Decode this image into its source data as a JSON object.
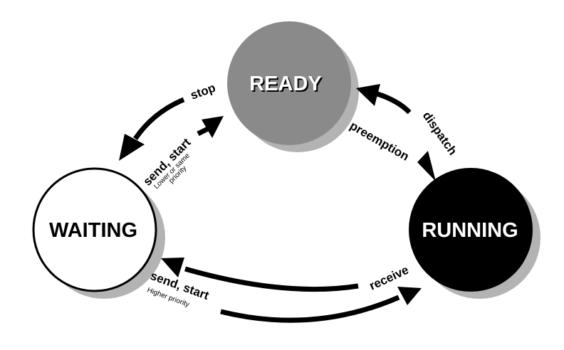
{
  "diagram": {
    "type": "state-transition",
    "states": [
      {
        "id": "ready",
        "label": "READY",
        "fill": "#8a8a8a",
        "text_color": "#ffffff",
        "text_shadow": "#000000"
      },
      {
        "id": "waiting",
        "label": "WAITING",
        "fill": "#ffffff",
        "text_color": "#000000",
        "stroke": "#000000"
      },
      {
        "id": "running",
        "label": "RUNNING",
        "fill": "#000000",
        "text_color": "#ffffff"
      }
    ],
    "shadow_color": "#b3b3b3",
    "transitions": [
      {
        "id": "stop",
        "from": "ready",
        "to": "waiting",
        "label": "stop",
        "sublabel": ""
      },
      {
        "id": "send-start-lower",
        "from": "waiting",
        "to": "ready",
        "label": "send, start",
        "sublabel_line1": "Lower or same",
        "sublabel_line2": "priority"
      },
      {
        "id": "dispatch",
        "from": "running",
        "to": "ready",
        "label": "dispatch",
        "sublabel": ""
      },
      {
        "id": "preemption",
        "from": "ready",
        "to": "running",
        "label": "preemption",
        "sublabel": ""
      },
      {
        "id": "receive",
        "from": "running",
        "to": "waiting",
        "label": "receive",
        "sublabel": ""
      },
      {
        "id": "send-start-higher",
        "from": "waiting",
        "to": "running",
        "label": "send, start",
        "sublabel": "Higher priority"
      }
    ]
  }
}
